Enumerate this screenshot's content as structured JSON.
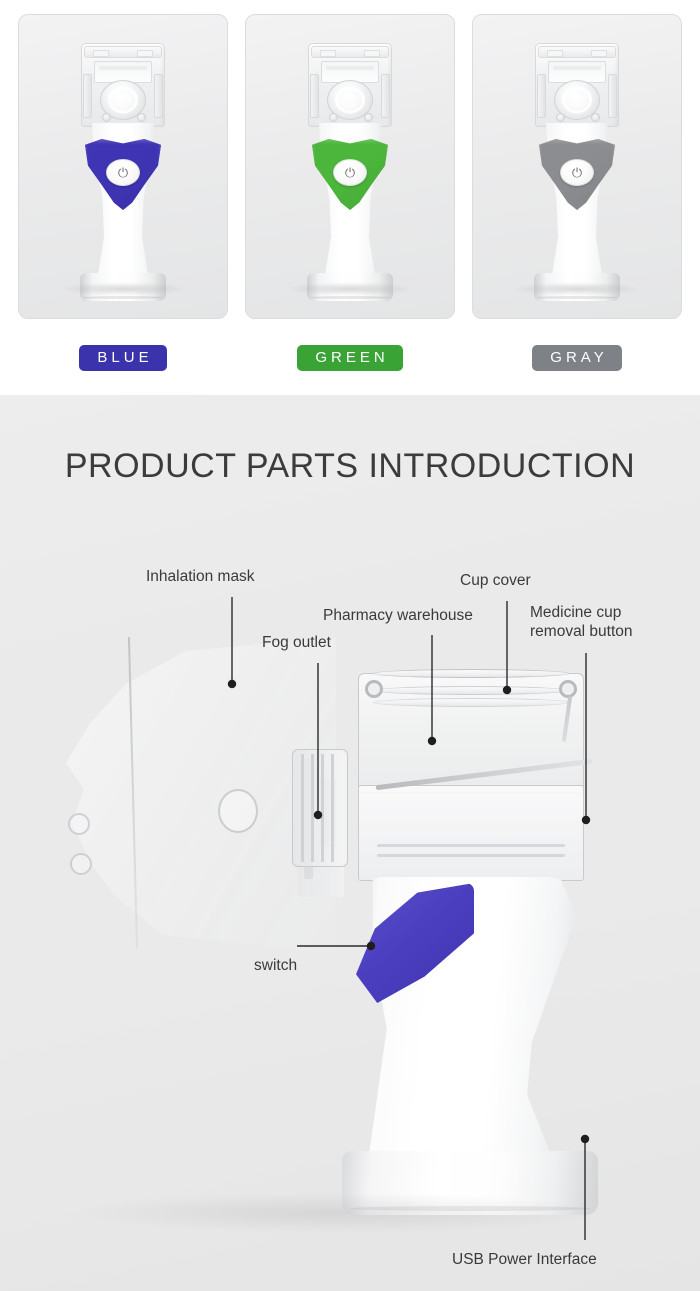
{
  "color_section": {
    "variants": [
      {
        "name": "blue",
        "label": "BLUE",
        "chip_color": "#3b33ab",
        "grip_color": "#3f34b4",
        "power_icon": "power-icon",
        "power_glyph": "⏻"
      },
      {
        "name": "green",
        "label": "GREEN",
        "chip_color": "#3aa335",
        "grip_color": "#4cb63c",
        "power_icon": "power-icon",
        "power_glyph": "⏻"
      },
      {
        "name": "gray",
        "label": "GRAY",
        "chip_color": "#7e8286",
        "grip_color": "#8b8d91",
        "power_icon": "power-icon",
        "power_glyph": "⏻"
      }
    ]
  },
  "parts_section": {
    "title": "PRODUCT PARTS INTRODUCTION",
    "background_color": "#eaeaea",
    "callouts": [
      {
        "key": "inhalation_mask",
        "label": "Inhalation mask"
      },
      {
        "key": "fog_outlet",
        "label": "Fog outlet"
      },
      {
        "key": "pharmacy_warehouse",
        "label": "Pharmacy warehouse"
      },
      {
        "key": "cup_cover",
        "label": "Cup cover"
      },
      {
        "key": "medicine_cup_removal",
        "label": "Medicine cup\nremoval button"
      },
      {
        "key": "medicine_cup_removal_l1",
        "label": "Medicine cup"
      },
      {
        "key": "medicine_cup_removal_l2",
        "label": "removal button"
      },
      {
        "key": "switch",
        "label": "switch"
      },
      {
        "key": "usb_power_interface",
        "label": "USB Power Interface"
      }
    ],
    "leader_line_color": "#2b2b2b"
  }
}
